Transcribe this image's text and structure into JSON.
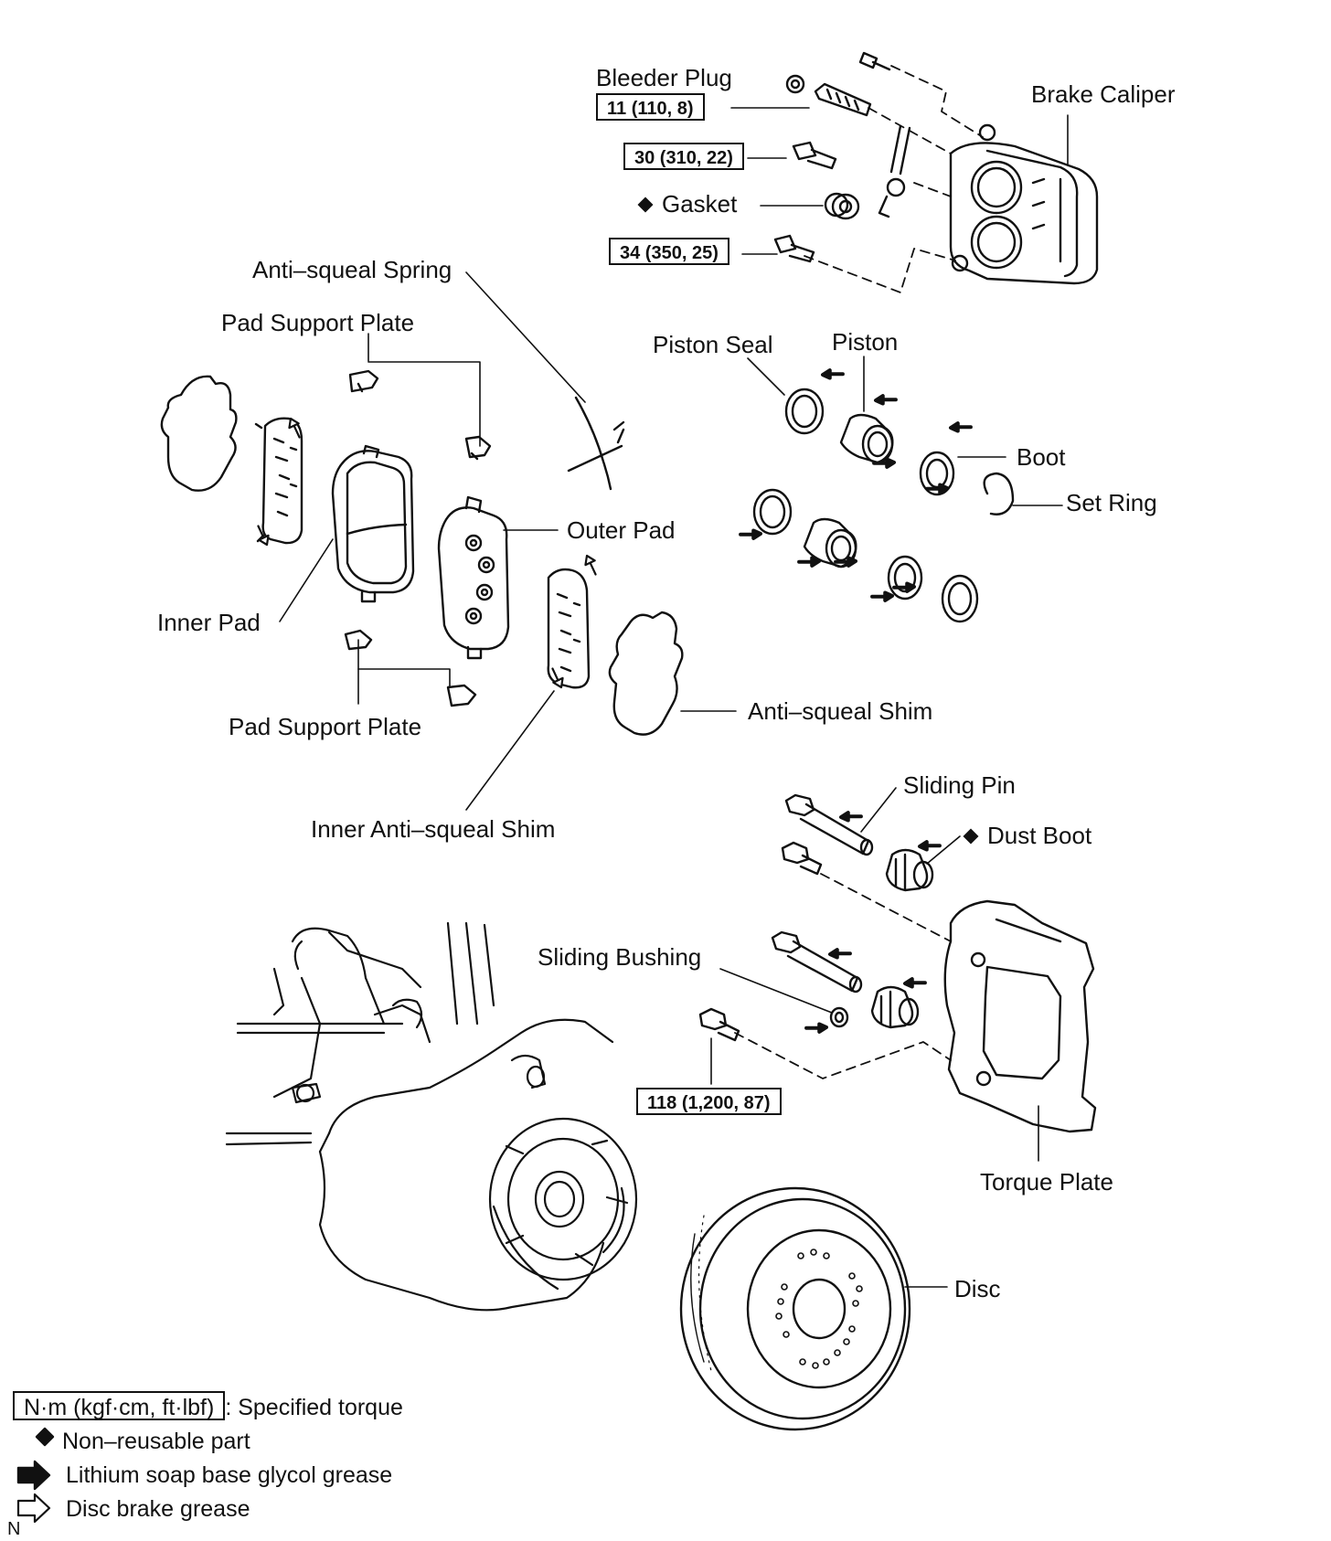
{
  "labels": {
    "bleeder_plug": "Bleeder Plug",
    "brake_caliper": "Brake Caliper",
    "gasket": "Gasket",
    "anti_squeal_spring": "Anti–squeal Spring",
    "pad_support_plate_top": "Pad Support Plate",
    "piston_seal": "Piston Seal",
    "piston": "Piston",
    "boot": "Boot",
    "set_ring": "Set Ring",
    "outer_pad": "Outer Pad",
    "inner_pad": "Inner Pad",
    "pad_support_plate_bottom": "Pad Support Plate",
    "anti_squeal_shim": "Anti–squeal Shim",
    "inner_anti_squeal_shim": "Inner Anti–squeal Shim",
    "sliding_pin": "Sliding Pin",
    "dust_boot": "Dust Boot",
    "sliding_bushing": "Sliding Bushing",
    "torque_plate": "Torque Plate",
    "disc": "Disc"
  },
  "torque_specs": {
    "bleeder_plug": "11 (110, 8)",
    "union_bolt": "30 (310, 22)",
    "caliper_bolt": "34 (350, 25)",
    "torque_plate_bolt": "118 (1,200, 87)"
  },
  "legend": {
    "torque_unit": "N·m (kgf·cm, ft·lbf)",
    "torque_desc": ": Specified torque",
    "non_reusable": "Non–reusable part",
    "lithium_grease": "Lithium soap base glycol grease",
    "disc_grease": "Disc brake grease"
  },
  "corner_mark": "N",
  "colors": {
    "ink": "#111111",
    "paper": "#ffffff"
  }
}
